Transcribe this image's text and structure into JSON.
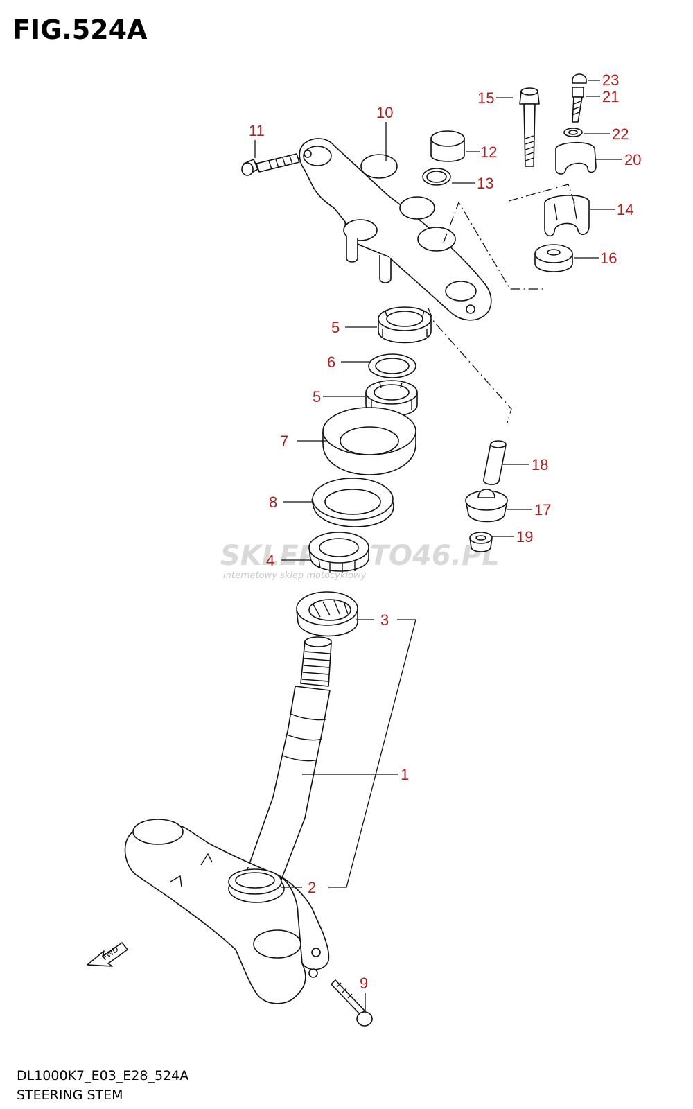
{
  "figure": {
    "title": "FIG.524A"
  },
  "footer": {
    "model_code": "DL1000K7_E03_E28_524A",
    "section_name": "STEERING STEM"
  },
  "watermark": {
    "brand": "SKLEPMOTO46.PL",
    "tagline": "internetowy sklep motocyklowy"
  },
  "direction_marker": {
    "label": "FWD"
  },
  "callouts": {
    "c1": "1",
    "c2": "2",
    "c3": "3",
    "c4": "4",
    "c5a": "5",
    "c5b": "5",
    "c6": "6",
    "c7": "7",
    "c8": "8",
    "c9": "9",
    "c10": "10",
    "c11": "11",
    "c12": "12",
    "c13": "13",
    "c14": "14",
    "c15": "15",
    "c16": "16",
    "c17": "17",
    "c18": "18",
    "c19": "19",
    "c20": "20",
    "c21": "21",
    "c22": "22",
    "c23": "23"
  },
  "colors": {
    "callout": "#b01e1e",
    "linework": "#111111",
    "watermark": "#d9d9d9",
    "watermark_accent": "#e06060"
  }
}
